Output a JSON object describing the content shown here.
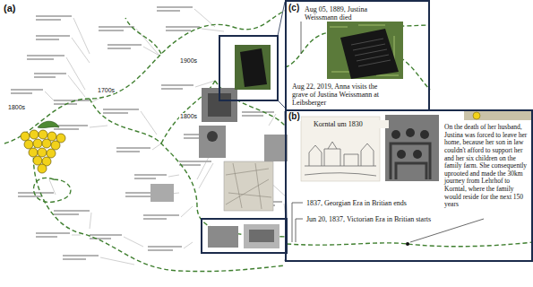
{
  "diagram": {
    "nodes": [
      {
        "text": [
          "Aug 05, 1889, Justina Weissmann died",
          "Aug 22, 2019, Anna visits the grave of Justina Weissmann at Leibsberger"
        ]
      },
      {
        "text": [
          "Korntal um 1830",
          "On the death of her husband, Justina was forced to leave her home, because her son in law couldn't afford to support her and her six children on the family farm. She consequently uprooted and made the 30km journey from Lehrhof to Korntal, where the family would reside for the next 150 years",
          "1837, Georgian Era in Britian ends",
          "Jun 20, 1837, Victorian Era in Britian starts"
        ]
      }
    ],
    "labels": [
      "(a)",
      "(b)",
      "(c)",
      "1700s",
      "1800s",
      "1900s",
      "1800s"
    ]
  }
}
